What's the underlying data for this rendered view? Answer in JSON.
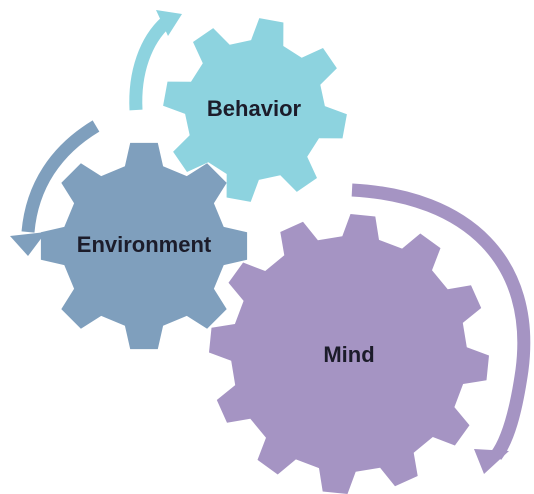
{
  "diagram": {
    "gears": [
      {
        "id": "behavior",
        "label": "Behavior",
        "color": "#8dd3df"
      },
      {
        "id": "environment",
        "label": "Environment",
        "color": "#7f9fbd"
      },
      {
        "id": "mind",
        "label": "Mind",
        "color": "#a594c3"
      }
    ],
    "arrows": [
      {
        "id": "behavior-arrow",
        "color": "#8dd3df"
      },
      {
        "id": "environment-arrow",
        "color": "#7f9fbd"
      },
      {
        "id": "mind-arrow",
        "color": "#a594c3"
      }
    ]
  }
}
